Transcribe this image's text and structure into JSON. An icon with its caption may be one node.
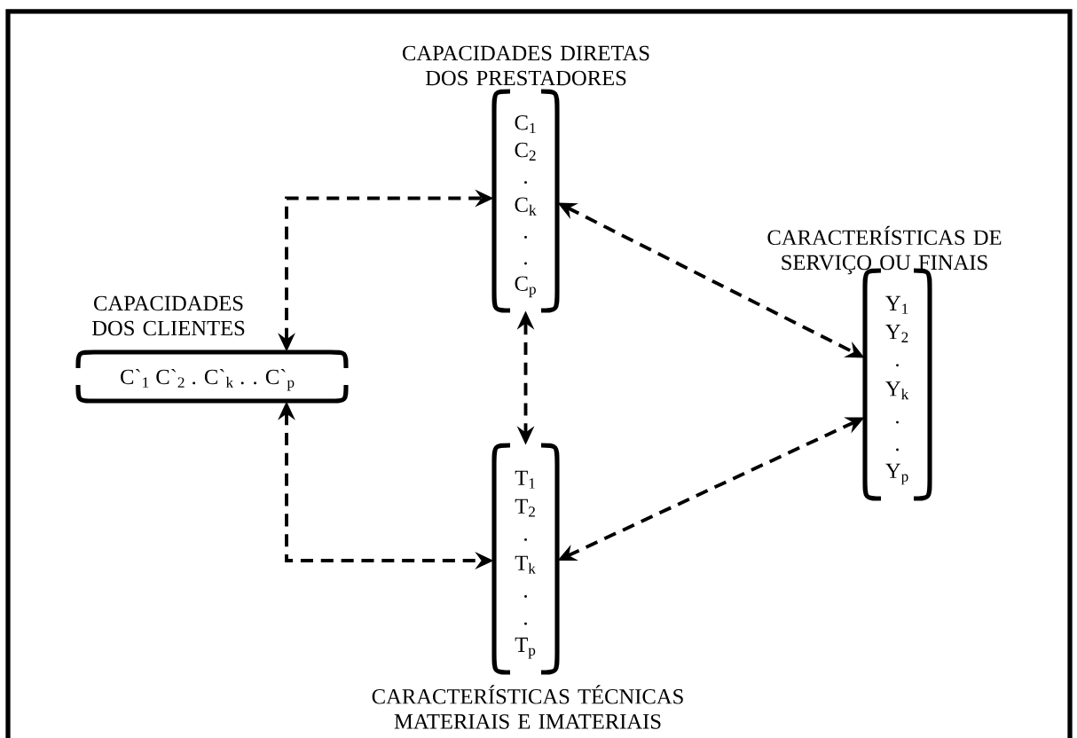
{
  "diagram": {
    "nodes": [
      {
        "text": [
          "CAPACIDADES DIRETAS DOS PRESTADORES",
          "C$_{1}$",
          "C$_{2}$",
          ".",
          "C$_{k}$",
          ".",
          ".",
          "C$_{p}$"
        ]
      },
      {
        "text": [
          "CARACTERÍSTICAS DE SERVIÇO OU FINAIS",
          "Y$_{1}$",
          "Y$_{2}$",
          ".",
          "Y$_{k}$",
          ".",
          ".",
          "Y$_{p}$"
        ]
      },
      {
        "text": [
          "CAPACIDADES DOS CLIENTES",
          "C`$_{1}$ C`$_{2}$ . C`$_{k}$ . . C`$_{p}$"
        ]
      },
      {
        "text": [
          "T$_{1}$",
          "T$_{2}$",
          ".",
          "T$_{k}$",
          ".",
          ".",
          "T$_{p}$",
          "CARACTERÍSTICAS TÉCNICAS MATERIAIS E IMATERIAIS"
        ]
      }
    ],
    "edges": [
      {
        "from": 2,
        "to": 0,
        "arrow": "both",
        "style": "dashed"
      },
      {
        "from": 0,
        "to": 3,
        "arrow": "both",
        "style": "dashed"
      },
      {
        "from": 0,
        "to": 1,
        "arrow": "both",
        "style": "dashed"
      },
      {
        "from": 2,
        "to": 3,
        "arrow": "both",
        "style": "dashed"
      },
      {
        "from": 3,
        "to": 1,
        "arrow": "both",
        "style": "dashed"
      }
    ]
  }
}
